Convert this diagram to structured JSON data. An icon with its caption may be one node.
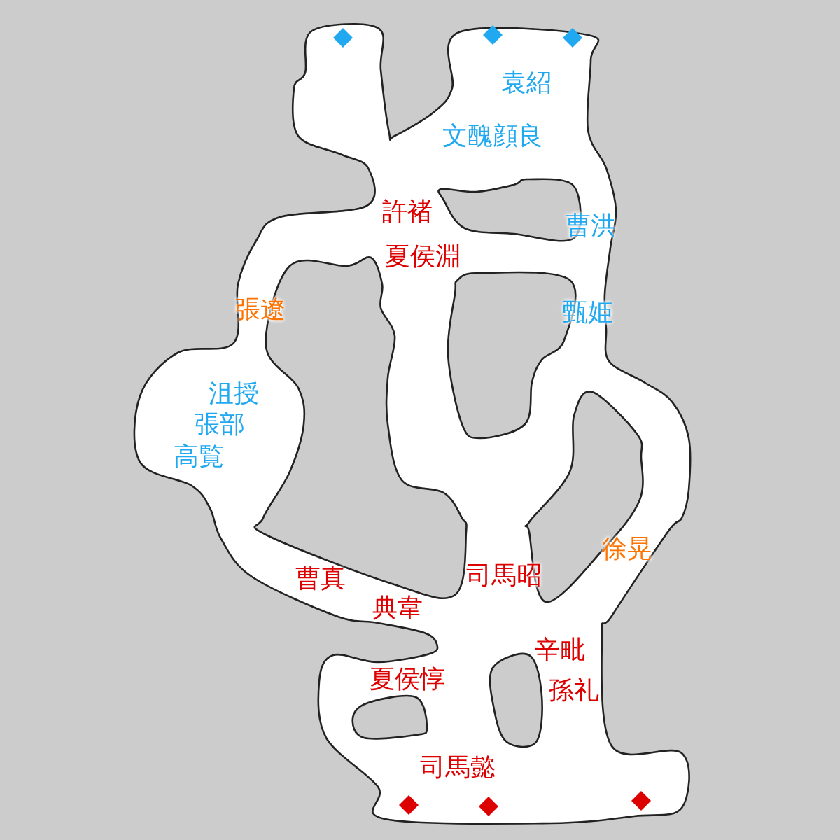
{
  "diagram": {
    "labels": [
      "袁紹",
      "文醜顔良",
      "許褚",
      "曹洪",
      "夏侯淵",
      "張遼",
      "甄姫",
      "沮授",
      "張部",
      "高覧",
      "徐晃",
      "曹真",
      "司馬昭",
      "典韋",
      "辛毗",
      "夏侯惇",
      "孫礼",
      "司馬懿"
    ]
  }
}
